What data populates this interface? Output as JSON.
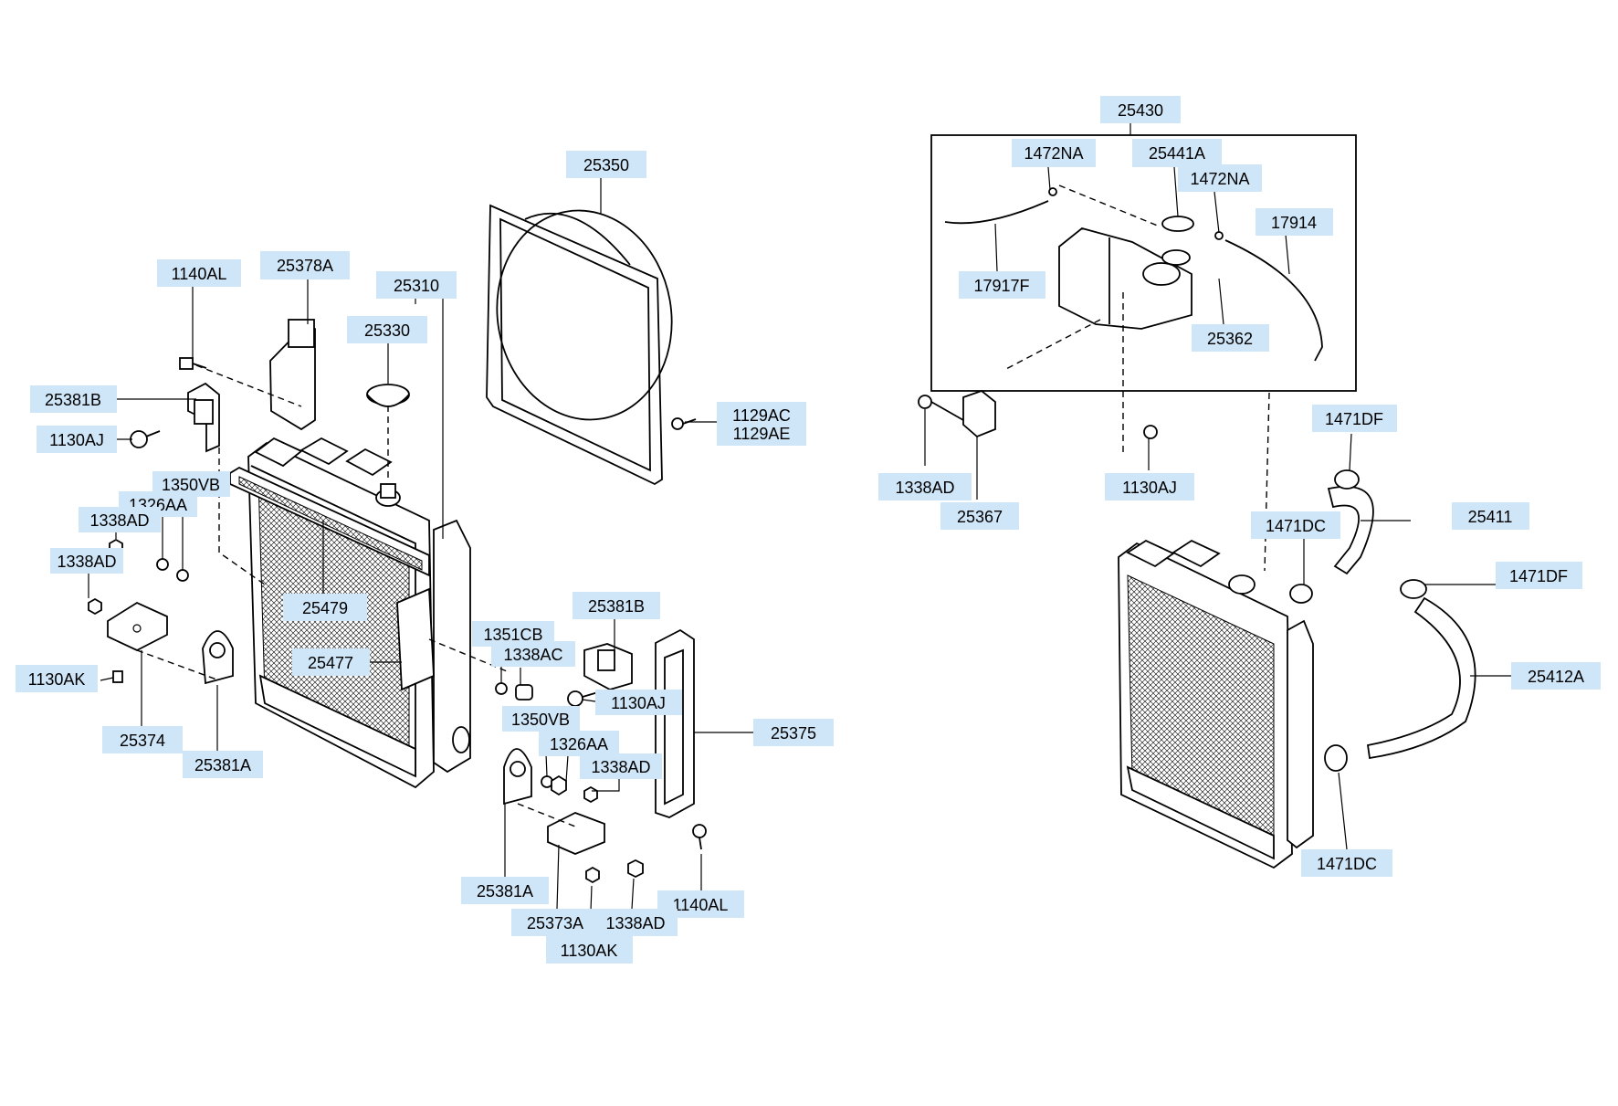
{
  "labels": {
    "p25430": "25430",
    "p25350": "25350",
    "p1472NA_a": "1472NA",
    "p25441A": "25441A",
    "p1472NA_b": "1472NA",
    "p17914": "17914",
    "p17917F": "17917F",
    "p25362": "25362",
    "p1140AL_a": "1140AL",
    "p25378A": "25378A",
    "p25310": "25310",
    "p25330": "25330",
    "p25381B_a": "25381B",
    "p1130AJ_a": "1130AJ",
    "p1129AC": "1129AC",
    "p1129AE": "1129AE",
    "p1338AD_r": "1338AD",
    "p1130AJ_r": "1130AJ",
    "p25367": "25367",
    "p1471DF_a": "1471DF",
    "p1350VB_a": "1350VB",
    "p1326AA_a": "1326AA",
    "p1338AD_a": "1338AD",
    "p1338AD_b": "1338AD",
    "p25479": "25479",
    "p1471DC_a": "1471DC",
    "p25411": "25411",
    "p1471DF_b": "1471DF",
    "p25381B_b": "25381B",
    "p25477": "25477",
    "p1351CB": "1351CB",
    "p1338AC": "1338AC",
    "p1130AK_a": "1130AK",
    "p25412A": "25412A",
    "p1130AJ_b": "1130AJ",
    "p1350VB_b": "1350VB",
    "p25375": "25375",
    "p25374": "25374",
    "p1326AA_b": "1326AA",
    "p25381A_a": "25381A",
    "p1338AD_c": "1338AD",
    "p1471DC_b": "1471DC",
    "p25381A_b": "25381A",
    "p1140AL_b": "1140AL",
    "p25373A": "25373A",
    "p1338AD_d": "1338AD",
    "p1130AK_b": "1130AK"
  },
  "colors": {
    "label_bg": "#cfe6f8",
    "line": "#000000"
  }
}
